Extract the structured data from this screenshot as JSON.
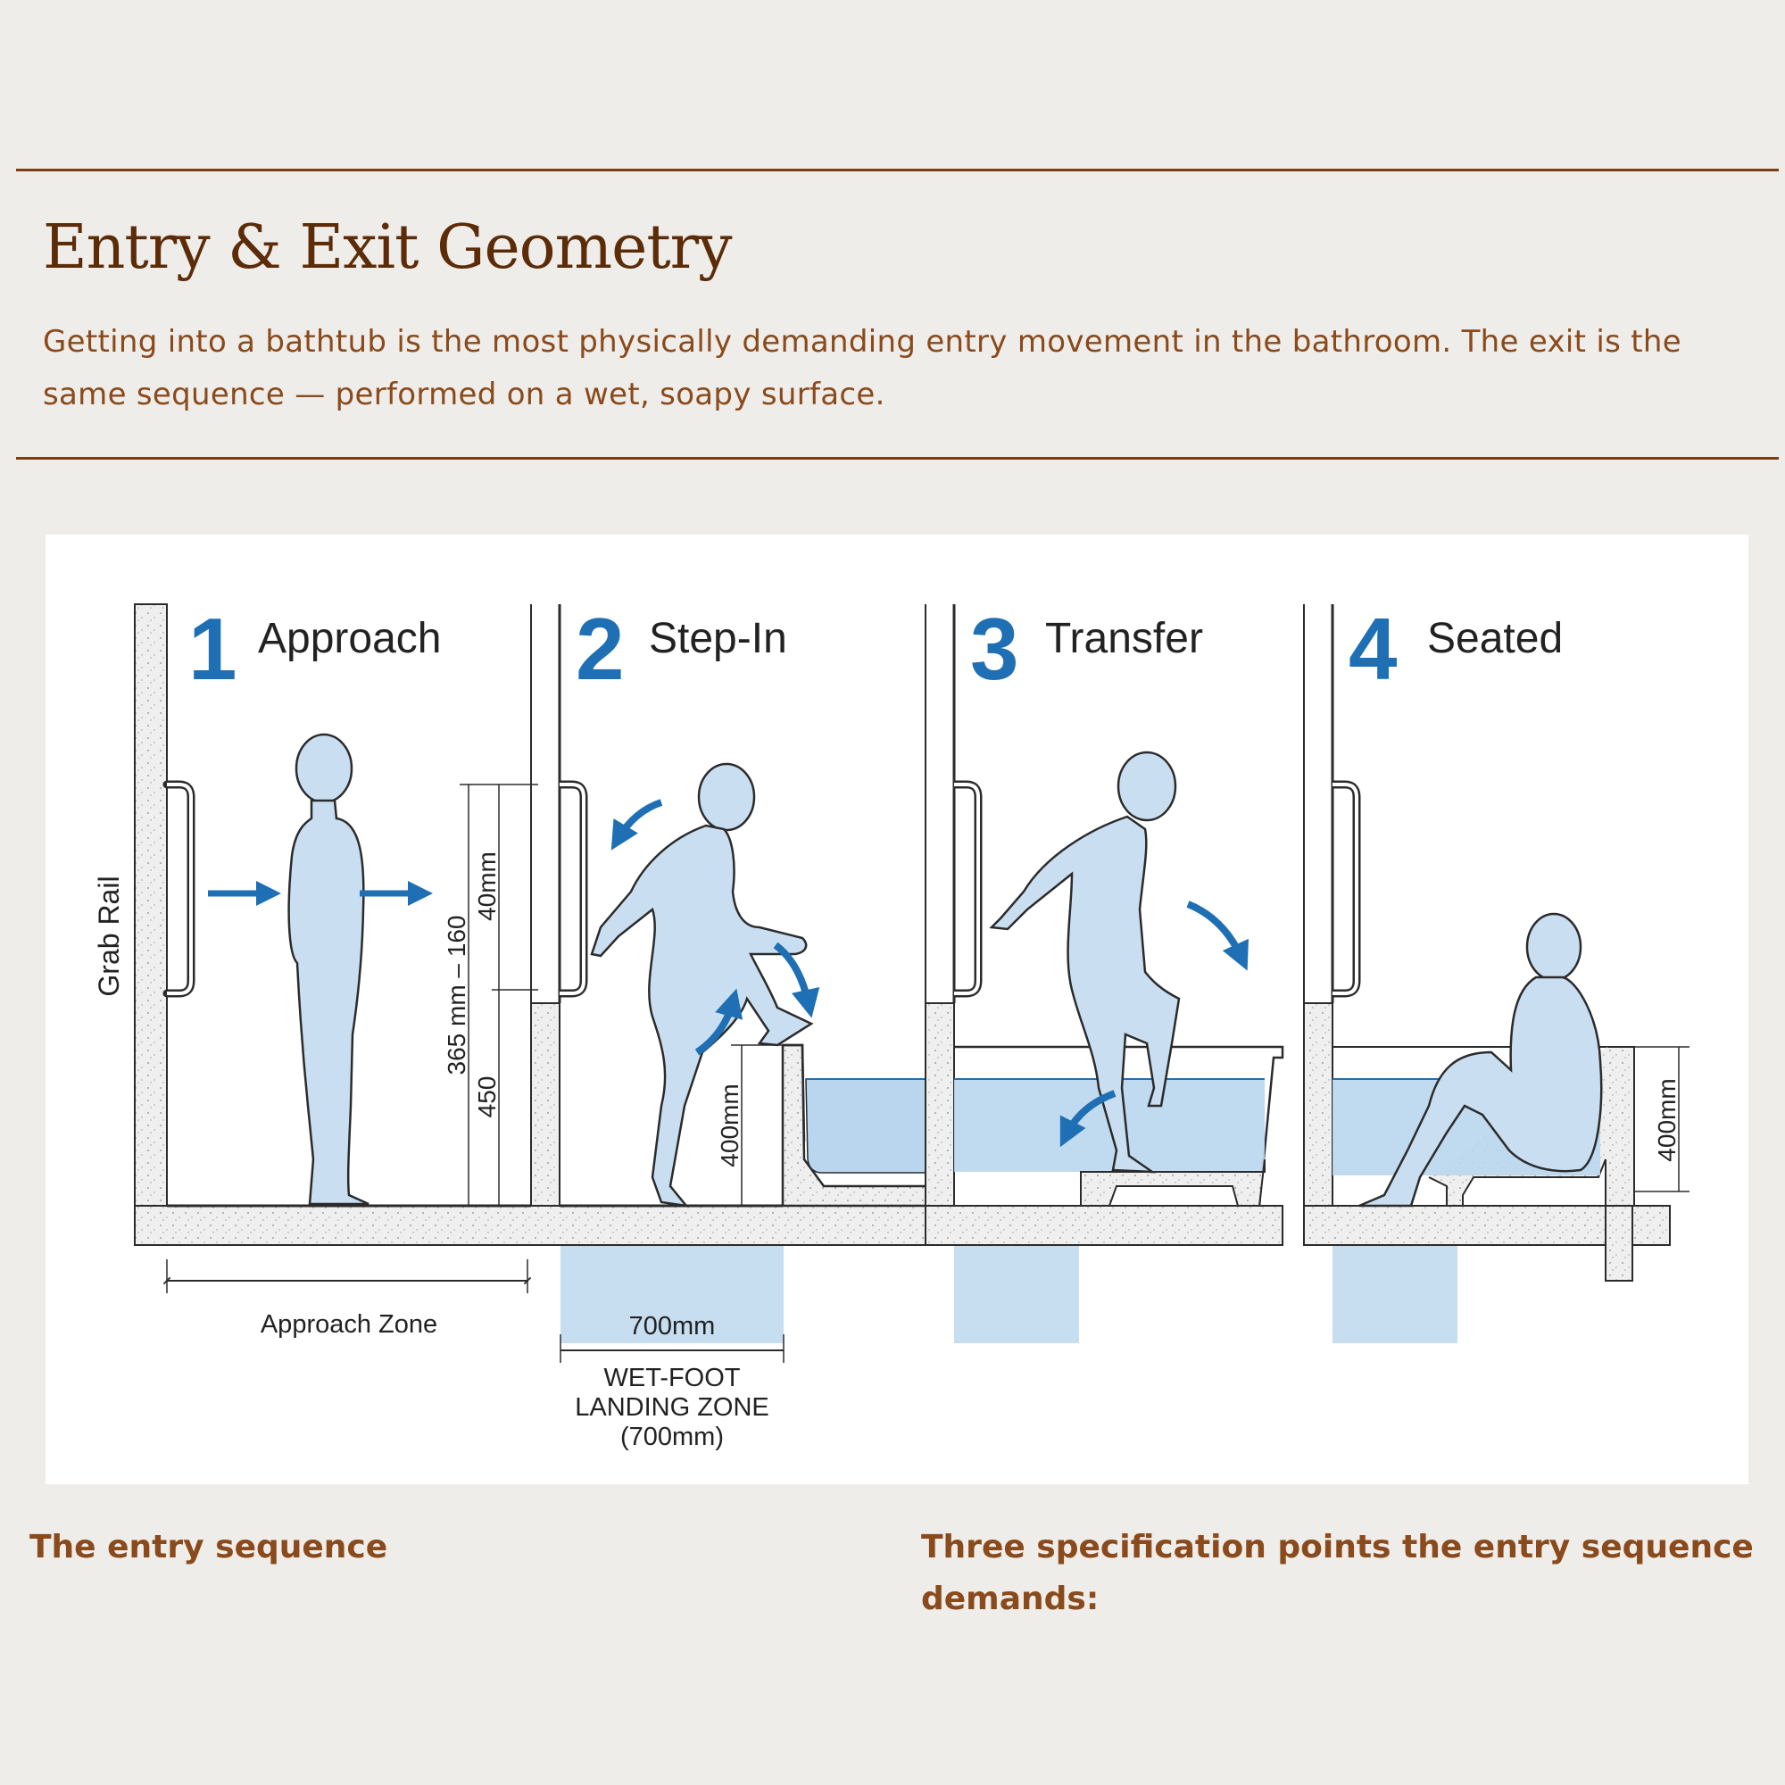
{
  "header": {
    "title": "Entry & Exit Geometry",
    "lead": "Getting into a bathtub is the most physically demanding entry movement in the bathroom. The exit is the same sequence — performed on a wet, soapy surface."
  },
  "diagram": {
    "steps": [
      {
        "number": "1",
        "label": "Approach"
      },
      {
        "number": "2",
        "label": "Step-In"
      },
      {
        "number": "3",
        "label": "Transfer"
      },
      {
        "number": "4",
        "label": "Seated"
      }
    ],
    "labels": {
      "grab_rail": "Grab Rail",
      "approach_zone": "Approach Zone",
      "width_700": "700mm",
      "landing_zone_line1": "WET-FOOT",
      "landing_zone_line2": "LANDING ZONE",
      "landing_zone_line3": "(700mm)",
      "dim_range": "365 mm – 160",
      "dim_40": "40mm",
      "dim_450": "450",
      "dim_400_step": "400mm",
      "dim_400_seated": "400mm"
    },
    "colors": {
      "accent": "#1f6fb4",
      "figure_fill": "#c9dff1",
      "water": "#b9d6ee",
      "stroke": "#2b2b2b"
    }
  },
  "sections": {
    "left_heading": "The entry sequence",
    "right_heading": "Three specification points the entry sequence demands:"
  }
}
